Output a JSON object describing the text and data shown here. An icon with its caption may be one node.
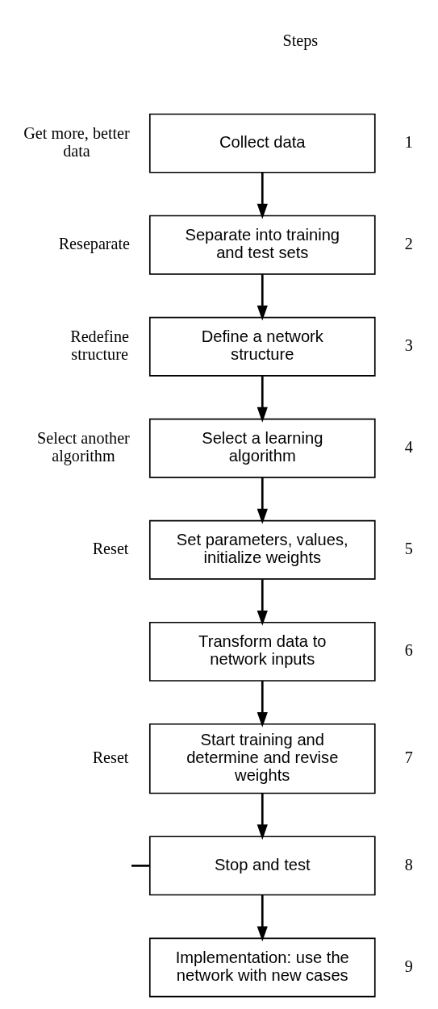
{
  "diagram": {
    "nodes": [
      {
        "text": [
          "Collect data"
        ]
      },
      {
        "text": [
          "Separate into training and test sets"
        ]
      },
      {
        "text": [
          "Define a network structure"
        ]
      },
      {
        "text": [
          "Select a learning algorithm"
        ]
      },
      {
        "text": [
          "Set parameters, values, initialize weights"
        ]
      },
      {
        "text": [
          "Transform data to network inputs"
        ]
      },
      {
        "text": [
          "Start training and determine and revise weights"
        ]
      },
      {
        "text": [
          "Stop and test"
        ]
      },
      {
        "text": [
          "Implementation: use the network with new cases"
        ]
      }
    ],
    "edges": [
      {
        "from": 0,
        "to": 1,
        "arrow": "to"
      },
      {
        "from": 1,
        "to": 2,
        "arrow": "to"
      },
      {
        "from": 2,
        "to": 3,
        "arrow": "to"
      },
      {
        "from": 3,
        "to": 4,
        "arrow": "to"
      },
      {
        "from": 4,
        "to": 5,
        "arrow": "to"
      },
      {
        "from": 5,
        "to": 6,
        "arrow": "to"
      },
      {
        "from": 6,
        "to": 7,
        "arrow": "to"
      },
      {
        "from": 7,
        "to": 8,
        "arrow": "to"
      },
      {
        "from": null,
        "to": 7,
        "arrow": "none"
      }
    ],
    "labels": [
      "Steps",
      "Get more, better data",
      "1",
      "Reseparate",
      "2",
      "Redefine structure",
      "3",
      "Select another algorithm",
      "4",
      "Reset",
      "5",
      "6",
      "Reset",
      "7",
      "8",
      "9"
    ]
  }
}
